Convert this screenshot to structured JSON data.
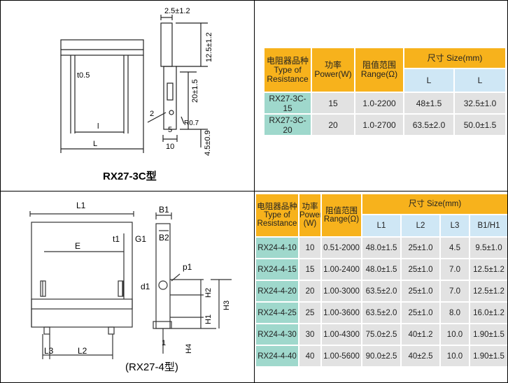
{
  "drawing1": {
    "caption": "RX27-3C型",
    "dims": {
      "top_width": "2.5±1.2",
      "lead_top": "12.5±1.2",
      "thickness": "t0.5",
      "body": "20±1.5",
      "l": "l",
      "L": "L",
      "two": "2",
      "five": "5",
      "r": "R0.7",
      "ten": "10",
      "lead_bottom": "4.5±0.9"
    }
  },
  "table1": {
    "headers": {
      "type": "电阻器品种\nType of\nResistance",
      "power": "功率\nPower(W)",
      "range": "阻值范围\nRange(Ω)",
      "size": "尺寸  Size(mm)",
      "sub1": "L",
      "sub2": "L"
    },
    "rows": [
      [
        "RX27-3C-15",
        "15",
        "1.0-2200",
        "48±1.5",
        "32.5±1.0"
      ],
      [
        "RX27-3C-20",
        "20",
        "1.0-2700",
        "63.5±2.0",
        "50.0±1.5"
      ]
    ]
  },
  "drawing2": {
    "caption": "(RX27-4型)",
    "dims": {
      "L1": "L1",
      "t1": "t1",
      "G1": "G1",
      "E": "E",
      "B1": "B1",
      "B2": "B2",
      "p1": "p1",
      "d1": "d1",
      "H2": "H2",
      "H3": "H3",
      "H1": "H1",
      "H4": "H4",
      "one": "1",
      "L3": "L3",
      "L2": "L2"
    }
  },
  "table2": {
    "headers": {
      "type": "电阻器品种\nType of\nResistance",
      "power": "功率\nPower\n(W)",
      "range": "阻值范围\nRange(Ω)",
      "size": "尺寸  Size(mm)",
      "sub": [
        "L1",
        "L2",
        "L3",
        "B1/H1"
      ]
    },
    "rows": [
      [
        "RX24-4-10",
        "10",
        "0.51-2000",
        "48.0±1.5",
        "25±1.0",
        "4.5",
        "9.5±1.0"
      ],
      [
        "RX24-4-15",
        "15",
        "1.00-2400",
        "48.0±1.5",
        "25±1.0",
        "7.0",
        "12.5±1.2"
      ],
      [
        "RX24-4-20",
        "20",
        "1.00-3000",
        "63.5±2.0",
        "25±1.0",
        "7.0",
        "12.5±1.2"
      ],
      [
        "RX24-4-25",
        "25",
        "1.00-3600",
        "63.5±2.0",
        "25±1.0",
        "8.0",
        "16.0±1.2"
      ],
      [
        "RX24-4-30",
        "30",
        "1.00-4300",
        "75.0±2.5",
        "40±1.2",
        "10.0",
        "1.90±1.5"
      ],
      [
        "RX24-4-40",
        "40",
        "1.00-5600",
        "90.0±2.5",
        "40±2.5",
        "10.0",
        "1.90±1.5"
      ]
    ]
  }
}
